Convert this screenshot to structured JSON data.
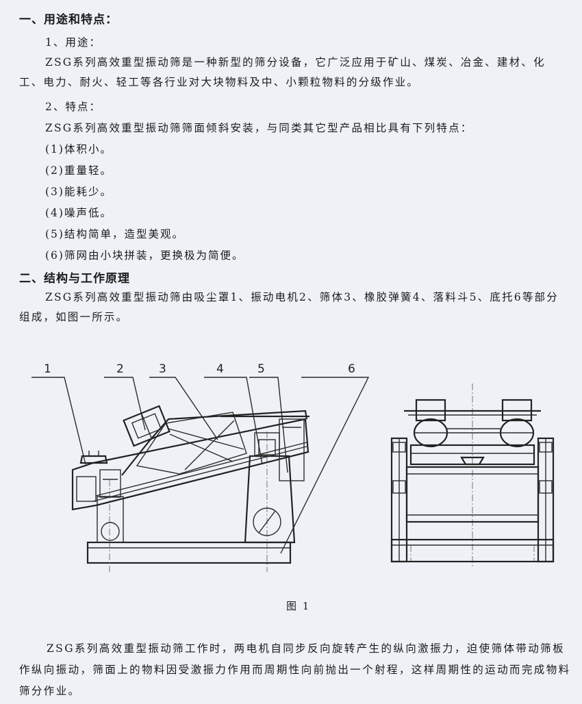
{
  "section1": {
    "heading": "一、用途和特点：",
    "use_label": "1、用途：",
    "use_text": "ZSG系列高效重型振动筛是一种新型的筛分设备，它广泛应用于矿山、煤炭、冶金、建材、化工、电力、耐火、轻工等各行业对大块物料及中、小颗粒物料的分级作业。",
    "features_label": "2、特点：",
    "features_intro": "ZSG系列高效重型振动筛筛面倾斜安装，与同类其它型产品相比具有下列特点：",
    "features": [
      "(1)体积小。",
      "(2)重量轻。",
      "(3)能耗少。",
      "(4)噪声低。",
      "(5)结构简单，造型美观。",
      "(6)筛网由小块拼装，更换极为简便。"
    ]
  },
  "section2": {
    "heading": "二、结构与工作原理",
    "structure_text": "ZSG系列高效重型振动筛由吸尘罩1、振动电机2、筛体3、橡胶弹簧4、落料斗5、底托6等部分组成，如图一所示。"
  },
  "figure": {
    "callouts": [
      "1",
      "2",
      "3",
      "4",
      "5",
      "6"
    ],
    "caption": "图 1"
  },
  "principle_text": "ZSG系列高效重型振动筛工作时，两电机自同步反向旋转产生的纵向激振力，迫使筛体带动筛板作纵向振动，筛面上的物料因受激振力作用而周期性向前抛出一个射程，这样周期性的运动而完成物料筛分作业。"
}
